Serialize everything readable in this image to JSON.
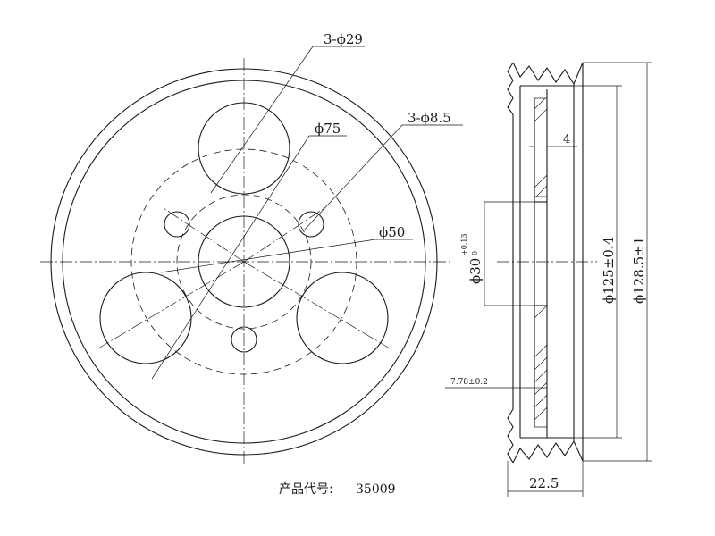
{
  "front_view": {
    "dim_holes_large": "3-ϕ29",
    "dim_bolt_circle": "ϕ75",
    "dim_holes_small": "3-ϕ8.5",
    "dim_center_bore": "ϕ50"
  },
  "side_view": {
    "dim_groove_depth": "4",
    "dim_bore": "ϕ30",
    "dim_bore_tol_upper": "+0.13",
    "dim_bore_tol_lower": "0",
    "dim_inner_diameter": "ϕ125±0.4",
    "dim_outer_diameter": "ϕ128.5±1",
    "dim_offset": "7.78±0.2",
    "dim_width": "22.5"
  },
  "caption": {
    "label": "产品代号:",
    "code": "35009"
  }
}
